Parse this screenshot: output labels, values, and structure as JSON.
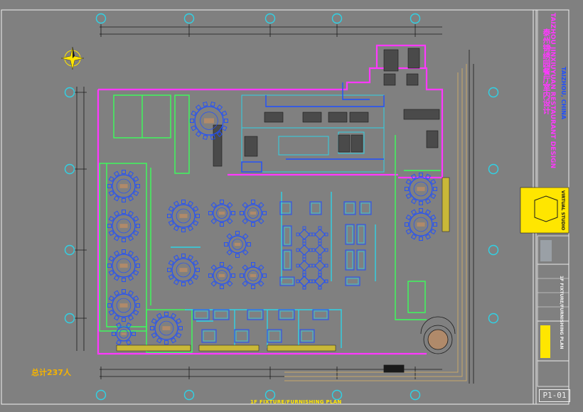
{
  "drawing": {
    "project_name_cn": "泰州锦绣园餐厅室内设计",
    "project_name_en": "TAIZHOU JINXIUYUAN RESTAURANT DESIGN",
    "location": "TAIZHOU, CHINA",
    "studio": "VIRTUAL STUDIO",
    "drawing_title": "1F FIXTURE/FURNISHING PLAN",
    "total_capacity": "总计237人",
    "sheet_number": "P1-01"
  },
  "colors": {
    "background": "#808080",
    "wall_magenta": "#ff38ff",
    "partition_green": "#3bff5a",
    "furniture_blue": "#1f4fff",
    "furniture_cyan": "#2fd2e6",
    "dimension_black": "#1a1a1a",
    "titleblock_yellow": "#ffe600",
    "text_orange": "#f5b300"
  },
  "icons": [
    "north-arrow-icon",
    "grid-bubble-icon",
    "round-table-icon",
    "square-table-icon",
    "booth-icon",
    "title-logo-icon"
  ]
}
